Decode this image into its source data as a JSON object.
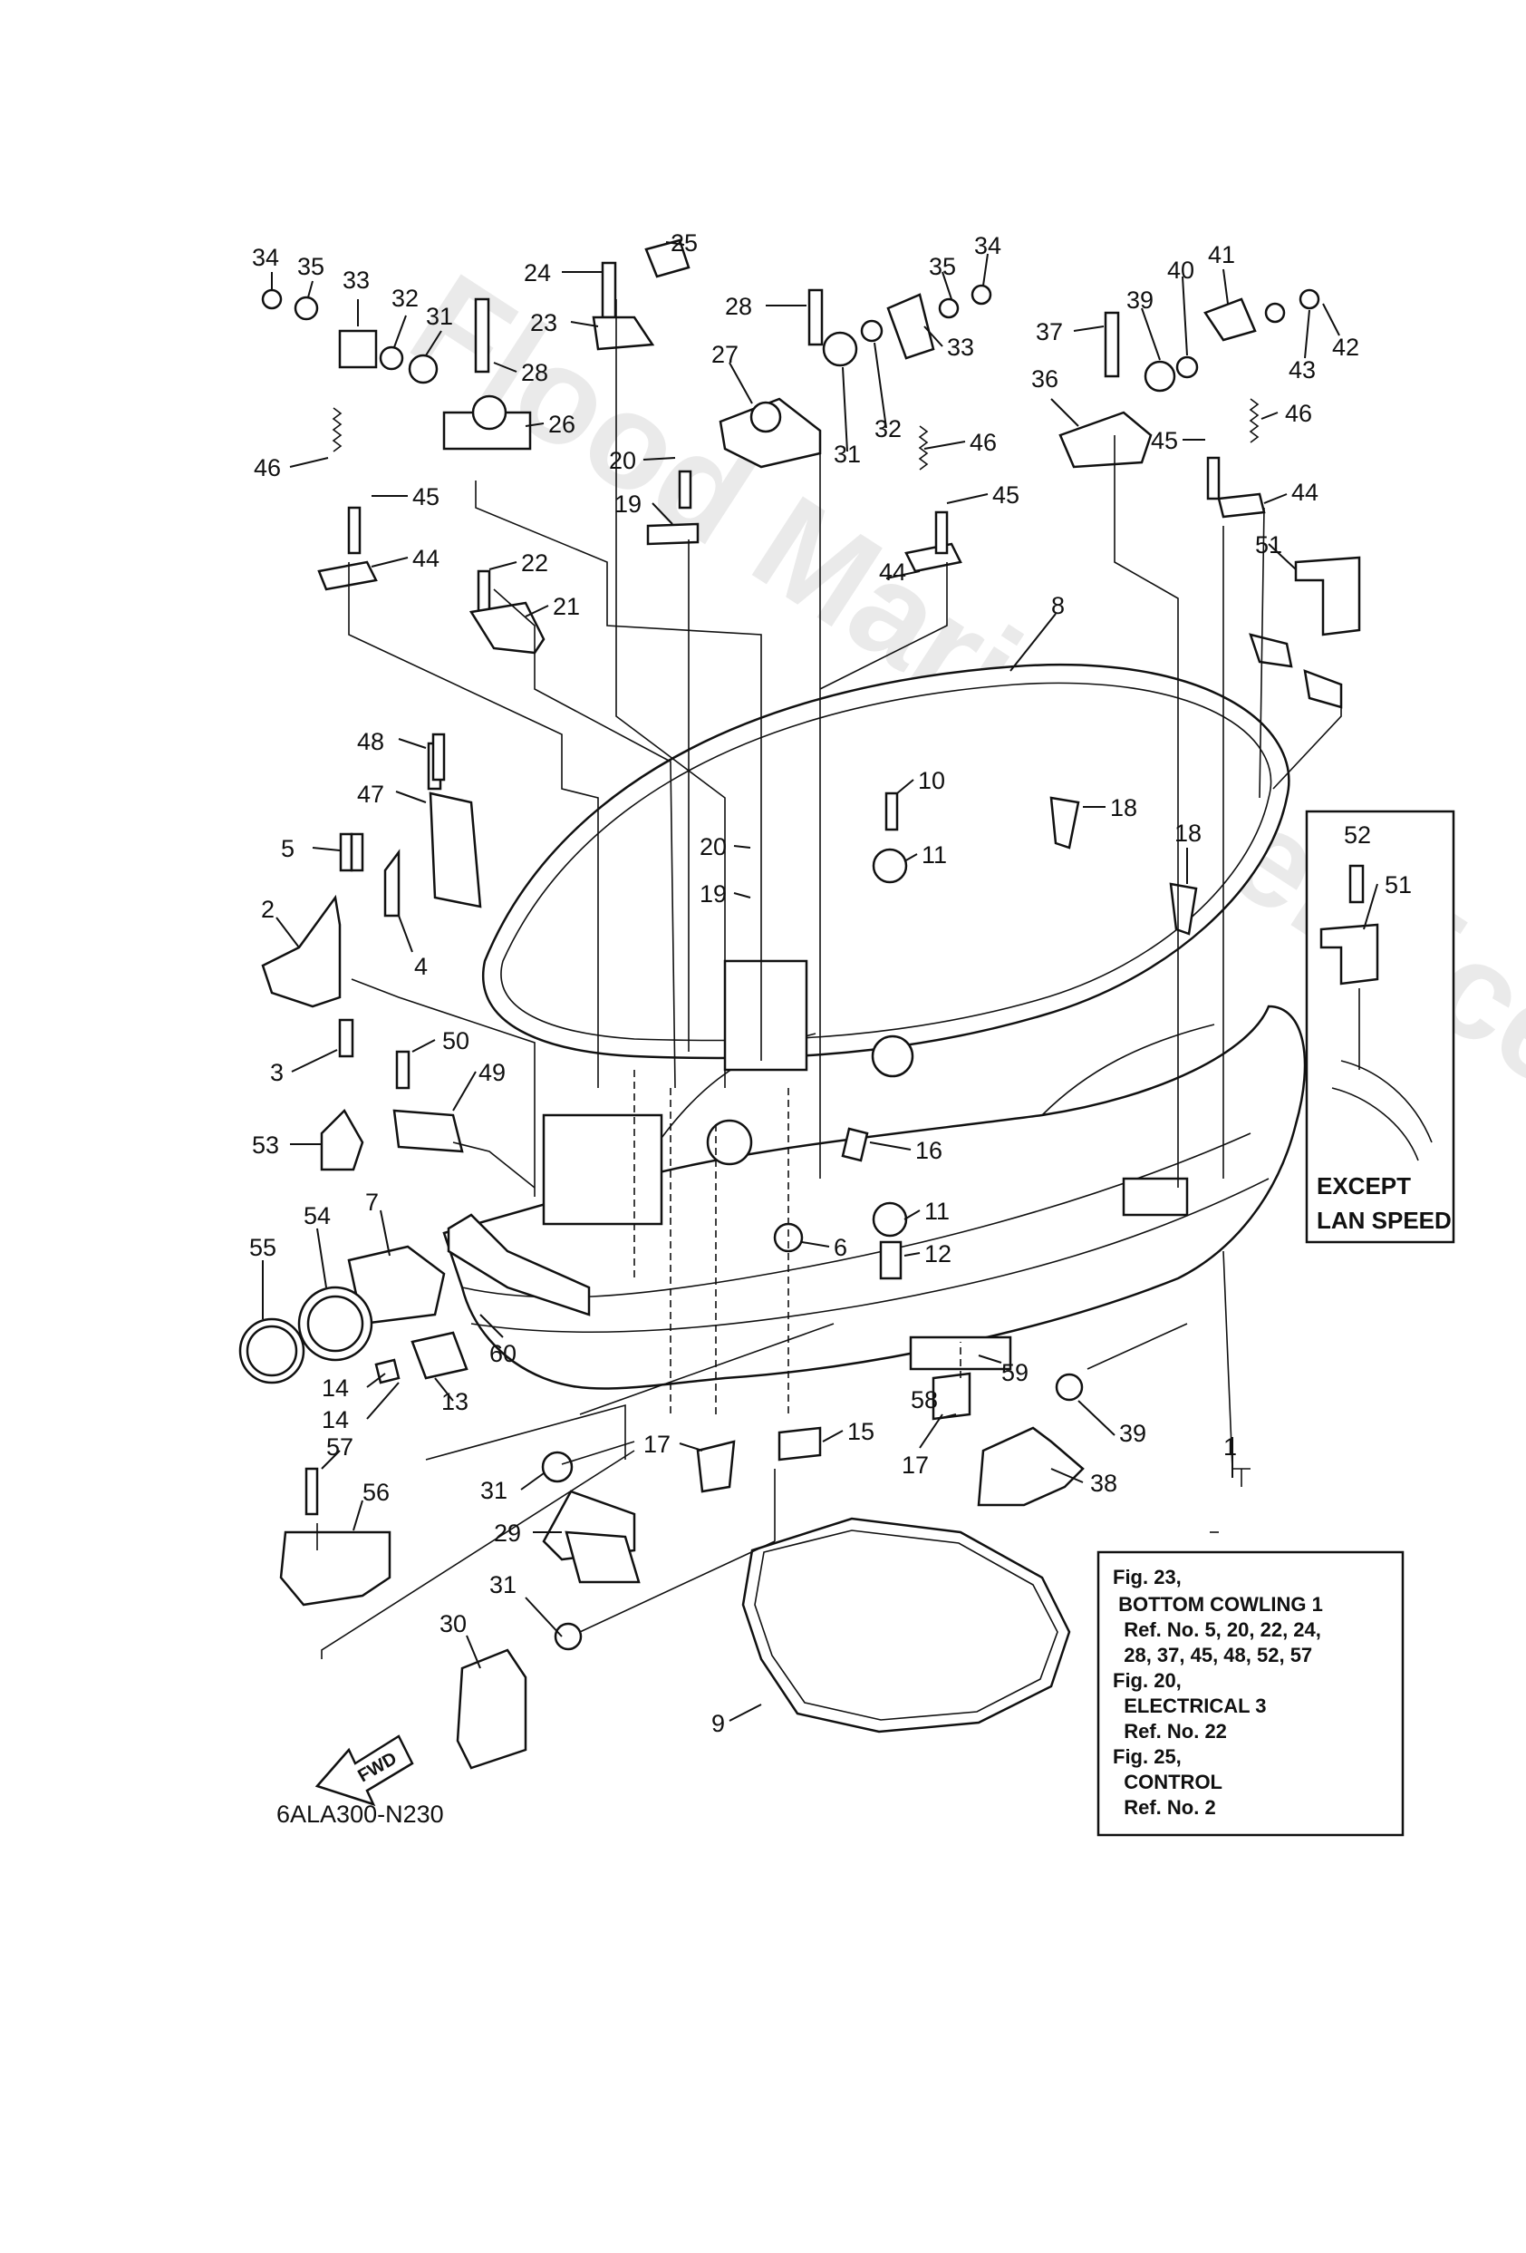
{
  "watermark": "Flood Marine Services",
  "diagram_code": "6ALA300-N230",
  "fwd_label": "FWD",
  "inset": {
    "line1": "EXCEPT",
    "line2": "LAN SPEED",
    "callouts": [
      "52",
      "51"
    ]
  },
  "reference_box": {
    "lines": [
      "Fig. 23,",
      " BOTTOM COWLING 1",
      "  Ref. No. 5, 20, 22, 24,",
      "  28, 37, 45, 48, 52, 57",
      "Fig. 20,",
      "  ELECTRICAL 3",
      "  Ref. No. 22",
      "Fig. 25,",
      "  CONTROL",
      "  Ref. No. 2"
    ]
  },
  "callouts": [
    "34",
    "35",
    "33",
    "32",
    "31",
    "28",
    "26",
    "46",
    "45",
    "44",
    "24",
    "25",
    "23",
    "22",
    "21",
    "28",
    "27",
    "20",
    "19",
    "31",
    "32",
    "33",
    "35",
    "34",
    "46",
    "45",
    "44",
    "37",
    "39",
    "40",
    "41",
    "36",
    "43",
    "42",
    "46",
    "45",
    "44",
    "51",
    "8",
    "48",
    "47",
    "5",
    "4",
    "2",
    "3",
    "50",
    "49",
    "53",
    "10",
    "11",
    "20",
    "19",
    "18",
    "18",
    "16",
    "11",
    "6",
    "12",
    "7",
    "54",
    "55",
    "60",
    "14",
    "14",
    "13",
    "57",
    "56",
    "31",
    "29",
    "31",
    "30",
    "17",
    "15",
    "58",
    "17",
    "59",
    "39",
    "38",
    "9",
    "1"
  ]
}
